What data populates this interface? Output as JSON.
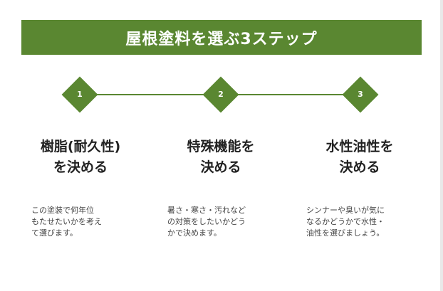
{
  "header": {
    "title": "屋根塗料を選ぶ3ステップ"
  },
  "colors": {
    "accent": "#5a8731",
    "text": "#222222",
    "muted": "#444444"
  },
  "steps": [
    {
      "number": "1",
      "title_line1": "樹脂(耐久性)",
      "title_line2": "を決める",
      "desc_line1": "この塗装で何年位",
      "desc_line2": "もたせたいかを考え",
      "desc_line3": "て選びます。"
    },
    {
      "number": "2",
      "title_line1": "特殊機能を",
      "title_line2": "決める",
      "desc_line1": "暑さ・寒さ・汚れなど",
      "desc_line2": "の対策をしたいかどう",
      "desc_line3": "かで決めます。"
    },
    {
      "number": "3",
      "title_line1": "水性油性を",
      "title_line2": "決める",
      "desc_line1": "シンナーや臭いが気に",
      "desc_line2": "なるかどうかで水性・",
      "desc_line3": "油性を選びましょう。"
    }
  ]
}
